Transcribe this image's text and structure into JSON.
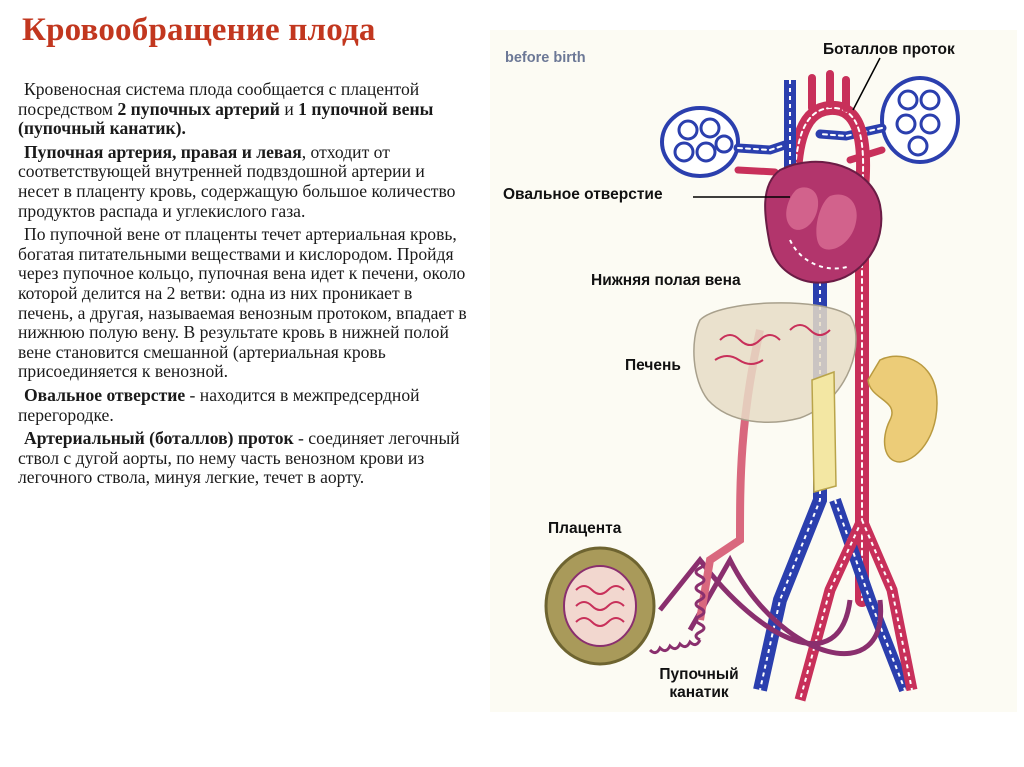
{
  "title": "Кровообращение плода",
  "paragraphs": {
    "p1": {
      "pre": "Кровеносная система плода сообщается с плацентой посредством ",
      "b1": "2 пупочных артерий",
      "mid": " и ",
      "b2": "1 пупочной вены (пупочный канатик)."
    },
    "p2": {
      "b": "Пупочная артерия, правая и левая",
      "rest": ", отходит от соответствующей внутренней подвздошной артерии и несет в плаценту кровь, содержащую большое количество продуктов распада и углекислого газа."
    },
    "p3": {
      "text": "По пупочной вене от плаценты течет артериальная кровь, богатая питательными веществами и кислородом. Пройдя через пупочное кольцо, пупочная вена идет к печени, около которой делится на 2 ветви: одна из них проникает в печень, а другая, называемая венозным протоком, впадает в нижнюю полую вену. В результате кровь в нижней полой вене становится смешанной (артериальная кровь присоединяется к венозной."
    },
    "p4": {
      "b": "Овальное  отверстие",
      "rest": " - находится в межпредсердной перегородке."
    },
    "p5": {
      "b": "Артериальный (боталлов) проток",
      "rest": " - соединяет легочный ствол с дугой аорты, по нему часть венозном крови из легочного ствола, минуя легкие, течет в аорту."
    }
  },
  "diagram": {
    "caption": "before birth",
    "labels": {
      "ductus": "Боталлов проток",
      "foramen": "Овальное  отверстие",
      "ivc": "Нижняя полая вена",
      "liver": "Печень",
      "placenta": "Плацента",
      "cord_line1": "Пупочный",
      "cord_line2": "канатик"
    }
  },
  "colors": {
    "title": "#c2371f",
    "vein_blue": "#2b3fae",
    "artery_red": "#c8305a",
    "mixed_purple": "#8a2f6e",
    "liver": "#e6dcc6",
    "kidney": "#eccc78",
    "placenta": "#a99a5a"
  }
}
